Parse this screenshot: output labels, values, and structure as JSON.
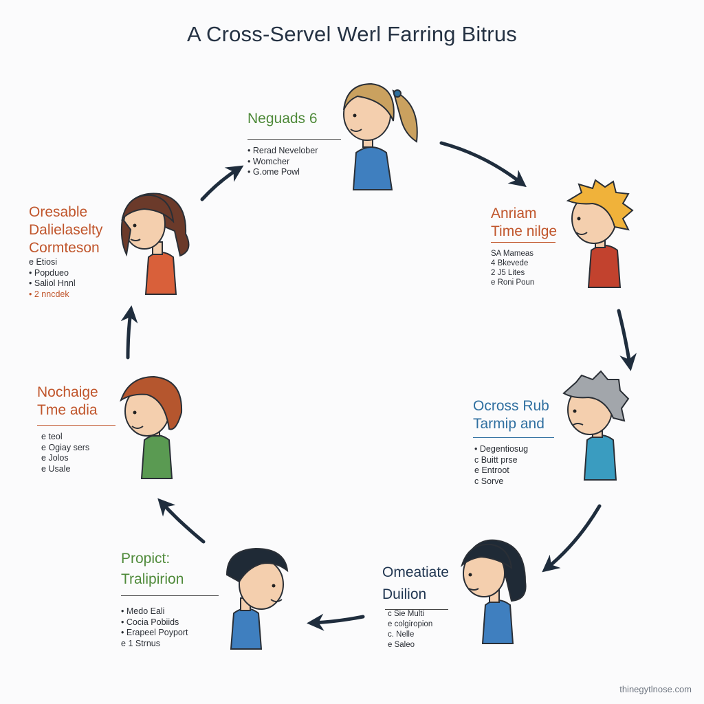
{
  "title": "A Cross-Servel Werl Farring Bitrus",
  "watermark": "thinegytlnose.com",
  "colors": {
    "arrow": "#1f2d3d",
    "green_heading": "#4f8a3a",
    "orange_heading": "#c0552b",
    "blue_heading": "#2f6fa0",
    "navy_heading": "#1f3550"
  },
  "nodes": [
    {
      "heading_lines": [
        "Neguads 6"
      ],
      "items": [
        "Rerad Nevelober",
        "Womcher",
        "G.ome Powl"
      ],
      "bullets": [
        "•",
        "•",
        "•"
      ]
    },
    {
      "heading_lines": [
        "Anriam",
        "Time nilge"
      ],
      "items": [
        "SA Mameas",
        "4 Bkevede",
        "2 J5 Lites",
        "e Roni Poun"
      ],
      "bullets": [
        "",
        "",
        "",
        ""
      ]
    },
    {
      "heading_lines": [
        "Ocross Rub",
        "Tarmip and"
      ],
      "items": [
        "Degentiosug",
        "Buitt prse",
        "Entroot",
        "Sorve"
      ],
      "bullets": [
        "•",
        "c",
        "e",
        "c"
      ]
    },
    {
      "heading_lines": [
        "Omeatiate",
        "Duilion"
      ],
      "items": [
        "Sie Multi",
        "colgiropion",
        "Nelle",
        "Saleo"
      ],
      "bullets": [
        "c",
        "e",
        "c.",
        "e"
      ]
    },
    {
      "heading_lines": [
        "Propict:",
        "Tralipirion"
      ],
      "items": [
        "Medo Eali",
        "Cocia Pobiids",
        "Erapeel Poyport",
        "1 Strnus"
      ],
      "bullets": [
        "•",
        "•",
        "•",
        "e"
      ]
    },
    {
      "heading_lines": [
        "Nochaige",
        "Tme adia"
      ],
      "items": [
        "teol",
        "Ogiay sers",
        "Jolos",
        "Usale"
      ],
      "bullets": [
        "e",
        "e",
        "e",
        "e"
      ]
    },
    {
      "heading_lines": [
        "Oresable",
        "Dalielaselty",
        "Cormteson"
      ],
      "items": [
        "Etiosi",
        "Popdueo",
        "Saliol Hnnl",
        "2 nncdek"
      ],
      "bullets": [
        "e",
        "•",
        "•",
        "•"
      ]
    }
  ]
}
